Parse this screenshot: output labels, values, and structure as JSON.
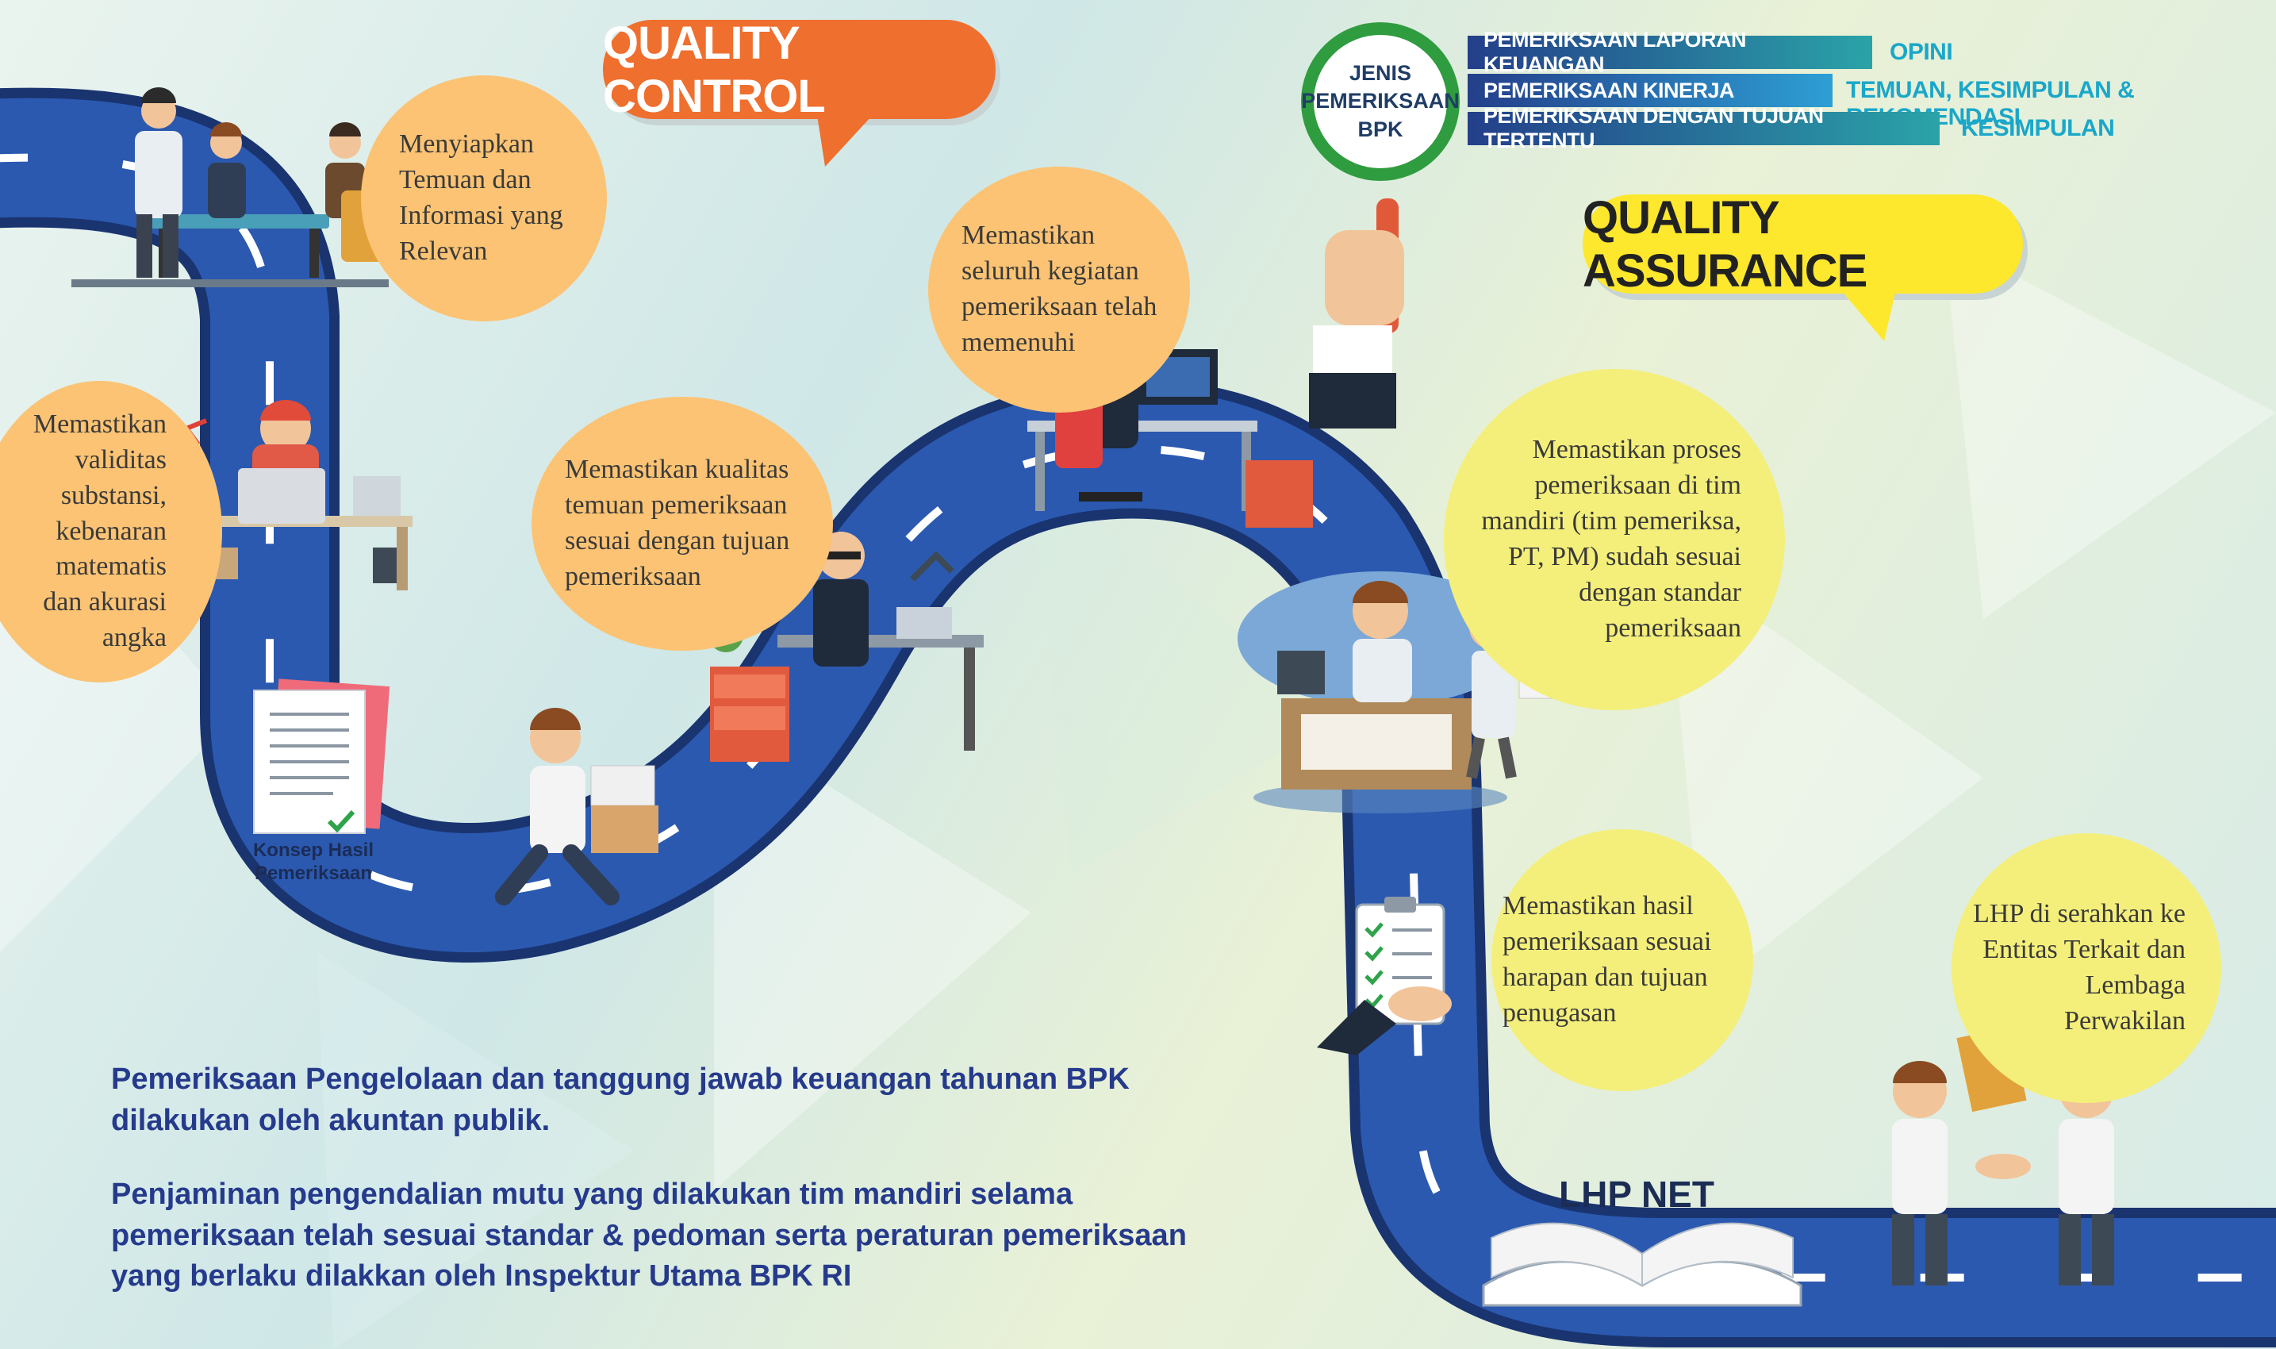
{
  "quality_control": "QUALITY CONTROL",
  "quality_assurance": "QUALITY ASSURANCE",
  "jenis": {
    "circle_label": "JENIS\nPEMERIKSAAN\nBPK",
    "rows": [
      {
        "type": "PEMERIKSAAN LAPORAN KEUANGAN",
        "result": "OPINI"
      },
      {
        "type": "PEMERIKSAAN KINERJA",
        "result": "TEMUAN, KESIMPULAN & REKOMENDASI"
      },
      {
        "type": "PEMERIKSAAN DENGAN TUJUAN TERTENTU",
        "result": "KESIMPULAN"
      }
    ]
  },
  "steps": {
    "menyiapkan": "Menyiapkan\nTemuan dan\nInformasi yang\nRelevan",
    "validitas": "Memastikan\nvaliditas\nsubstansi,\nkebenaran\nmatematis\ndan akurasi\nangka",
    "kualitas": "Memastikan kualitas\ntemuan pemeriksaan\nsesuai dengan tujuan\npemeriksaan",
    "seluruh": "Memastikan\nseluruh kegiatan\npemeriksaan telah\nmemenuhi",
    "proses": "Memastikan proses\npemeriksaan di tim\nmandiri (tim pemeriksa,\nPT, PM) sudah sesuai\ndengan standar\npemeriksaan",
    "hasil": "Memastikan  hasil\npemeriksaan sesuai\nharapan dan tujuan\npenugasan",
    "lhp": "LHP di serahkan ke\nEntitas Terkait dan\nLembaga\nPerwakilan"
  },
  "konsep_label": "Konsep Hasil\nPemeriksaan",
  "lhp_net": "LHP NET",
  "description": {
    "p1": "Pemeriksaan Pengelolaan dan tanggung jawab keuangan tahunan BPK\ndilakukan oleh akuntan publik.",
    "p2": "Penjaminan pengendalian mutu yang dilakukan tim mandiri selama\npemeriksaan telah sesuai standar & pedoman serta peraturan pemeriksaan\nyang berlaku dilakkan oleh Inspektur Utama BPK RI"
  },
  "colors": {
    "road": "#254c9c",
    "road_edge": "#1a3470",
    "orange_bubble": "#fbc373",
    "yellow_bubble": "#f4ef7a",
    "qc": "#ef6f2e",
    "qa": "#fde82d",
    "magnifier": "#2f9c3f",
    "text_blue": "#263a8c"
  }
}
